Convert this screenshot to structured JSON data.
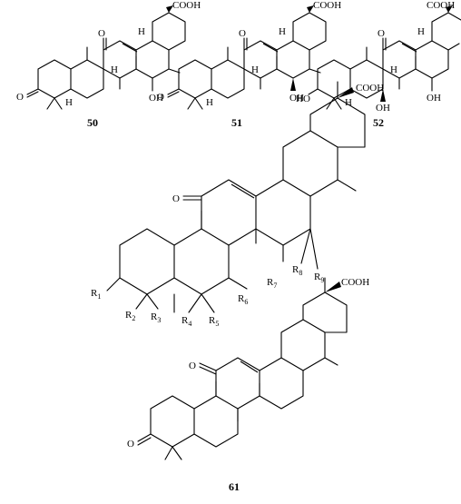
{
  "compounds": [
    {
      "id": "50",
      "label": "50",
      "acid": "COOH",
      "ketone": "O",
      "oxo11": "O",
      "hydroxyl": "OH",
      "h_labels": [
        "H",
        "H",
        "H"
      ]
    },
    {
      "id": "51",
      "label": "51",
      "acid": "COOH",
      "ketone": "O",
      "oxo11": "O",
      "hydroxyl": "OH",
      "h_labels": [
        "H",
        "H",
        "H"
      ]
    },
    {
      "id": "52",
      "label": "52",
      "acid": "COOH",
      "oxo11": "O",
      "hydroxyl_a": "HO",
      "hydroxyl_b": "OH",
      "hydroxyl_c": "OH",
      "h_labels": [
        "H",
        "H",
        "H"
      ]
    }
  ],
  "scaffold": {
    "acid": "COOH",
    "oxo": "O",
    "substituents": [
      {
        "base": "R",
        "sub": "1"
      },
      {
        "base": "R",
        "sub": "2"
      },
      {
        "base": "R",
        "sub": "3"
      },
      {
        "base": "R",
        "sub": "4"
      },
      {
        "base": "R",
        "sub": "5"
      },
      {
        "base": "R",
        "sub": "6"
      },
      {
        "base": "R",
        "sub": "7"
      },
      {
        "base": "R",
        "sub": "8"
      },
      {
        "base": "R",
        "sub": "9"
      }
    ]
  },
  "compound61": {
    "label": "61",
    "acid": "COOH",
    "ketone": "O",
    "oxo11": "O"
  }
}
